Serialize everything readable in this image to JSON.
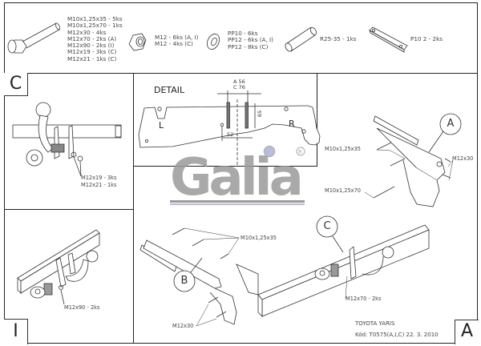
{
  "parts_header": {
    "bolt_list": [
      "M10x1,25x35 - 5ks",
      "M10x1,25x70 - 1ks",
      "M12x30 - 4ks",
      "M12x70 - 2ks (A)",
      "M12x90 - 2ks (I)",
      "M12x19 - 3ks (C)",
      "M12x21 - 1ks (C)"
    ],
    "nut_list": [
      "M12 - 6ks (A, I)",
      "M12 - 4ks (C)"
    ],
    "washer_list": [
      "PP10 - 6ks",
      "PP12 - 6ks (A, I)",
      "PP12 - 8ks (C)"
    ],
    "tube_label": "R25-35 - 1ks",
    "plate_label": "P10 2 - 2ks"
  },
  "panel_c": {
    "corner": "C",
    "labels": [
      "M12x19 - 3ks",
      "M12x21 - 1ks"
    ]
  },
  "panel_i": {
    "corner": "I",
    "label": "M12x90 - 2ks"
  },
  "detail": {
    "title": "DETAIL",
    "left": "L",
    "right": "R",
    "dim_a": "A 56",
    "dim_c": "C 76",
    "dim_height": "65",
    "dim_offset": "52"
  },
  "logo": {
    "text": "Galia",
    "registered": "®",
    "color": "#9a9a9a",
    "dot_color": "#b8bcd8"
  },
  "main": {
    "corner": "A",
    "callouts": {
      "a": "A",
      "b": "B",
      "c": "C"
    },
    "labels": {
      "top_m10_35": "M10x1,25x35",
      "top_m10_70": "M10x1,25x70",
      "top_m12_30": "M12x30",
      "left_m10_35": "M10x1,25x35",
      "left_m12_30": "M12x30",
      "m12_70": "M12x70 - 2ks"
    },
    "vehicle": "TOYOTA YARIS",
    "code_line": "Kód: T0575(A,I,C)  22. 3. 2010"
  }
}
